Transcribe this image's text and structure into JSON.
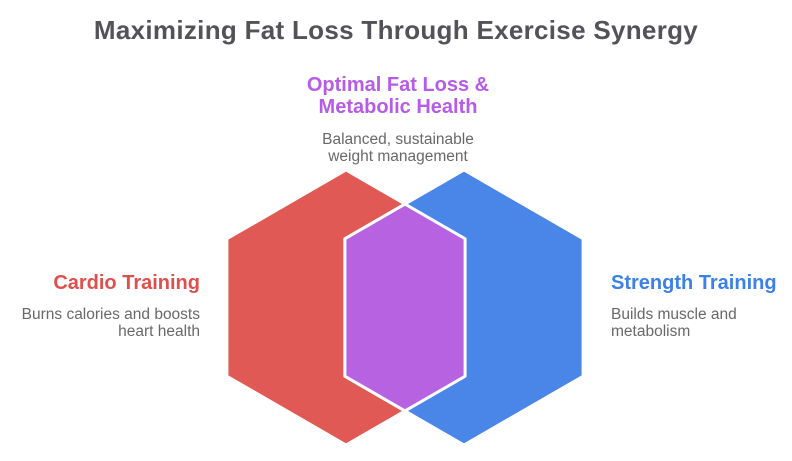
{
  "title": "Maximizing Fat Loss Through Exercise Synergy",
  "diagram": {
    "type": "venn-hexagon",
    "sets": [
      {
        "id": "cardio",
        "label": "Cardio Training",
        "description": "Burns calories and boosts\nheart health",
        "color": "#E15954",
        "label_color": "#DF4F4B"
      },
      {
        "id": "strength",
        "label": "Strength Training",
        "description": "Builds muscle and\nmetabolism",
        "color": "#4A86E8",
        "label_color": "#3D80EA"
      }
    ],
    "intersection": {
      "label": "Optimal Fat Loss &\nMetabolic Health",
      "description": "Balanced, sustainable\nweight management",
      "color": "#B762E1",
      "label_color": "#B65CE6"
    }
  },
  "colors": {
    "background": "#FFFFFF",
    "title_text": "#535357",
    "body_text": "#686868",
    "shape_outline": "#FFFFFF"
  }
}
